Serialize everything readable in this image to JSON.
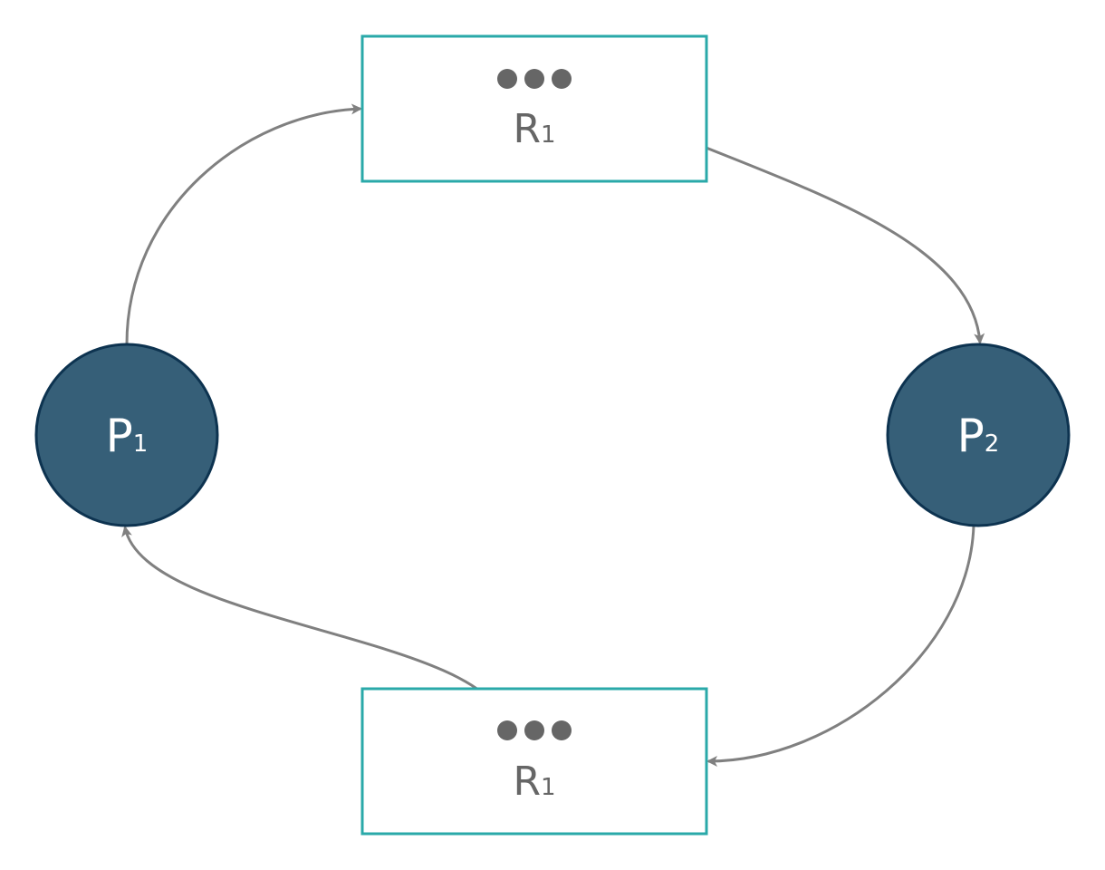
{
  "diagram": {
    "colors": {
      "background": "#ffffff",
      "process_fill": "#365f78",
      "process_stroke": "#0d3350",
      "process_text": "#ffffff",
      "resource_stroke": "#2aa9a9",
      "resource_fill": "#ffffff",
      "resource_text": "#666666",
      "dot": "#666666",
      "edge": "#808080"
    },
    "processes": [
      {
        "id": "p1",
        "label_main": "P",
        "label_sub": "1"
      },
      {
        "id": "p2",
        "label_main": "P",
        "label_sub": "2"
      }
    ],
    "resources": [
      {
        "id": "r_top",
        "label_main": "R",
        "label_sub": "1",
        "instances": 3
      },
      {
        "id": "r_bottom",
        "label_main": "R",
        "label_sub": "1",
        "instances": 3
      }
    ],
    "edges": [
      {
        "from": "p1",
        "to": "r_top",
        "kind": "request"
      },
      {
        "from": "r_top",
        "to": "p2",
        "kind": "assignment"
      },
      {
        "from": "p2",
        "to": "r_bottom",
        "kind": "request"
      },
      {
        "from": "r_bottom",
        "to": "p1",
        "kind": "assignment"
      }
    ]
  }
}
